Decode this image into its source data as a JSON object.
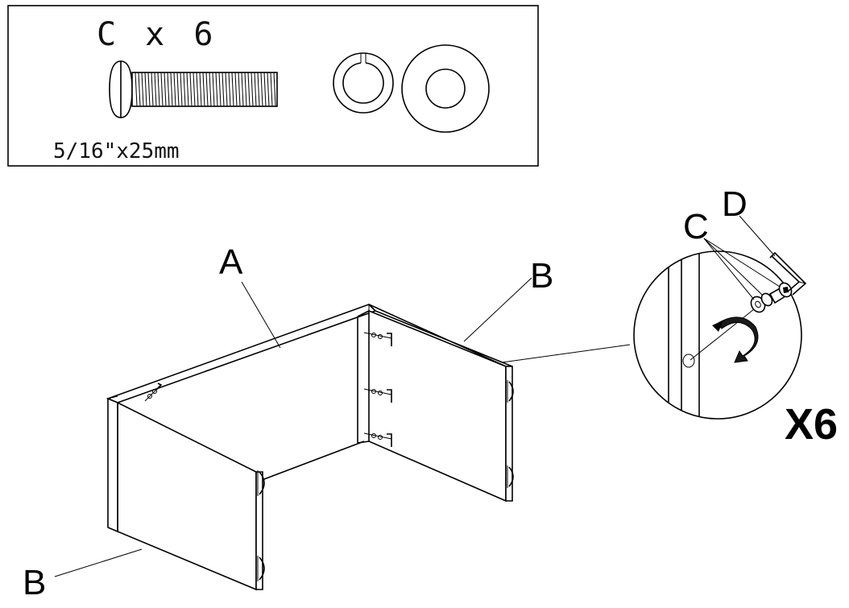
{
  "hardware_box": {
    "title": "C x 6",
    "size_label": "5/16\"x25mm"
  },
  "callouts": {
    "panel_a": "A",
    "panel_b_right": "B",
    "panel_b_left": "B",
    "bolt_c": "C",
    "allen_key_d": "D",
    "repeat_count": "X6"
  },
  "icons": [
    "bolt-icon",
    "lock-washer-icon",
    "flat-washer-icon",
    "allen-key-icon",
    "rotate-arrow-icon"
  ]
}
